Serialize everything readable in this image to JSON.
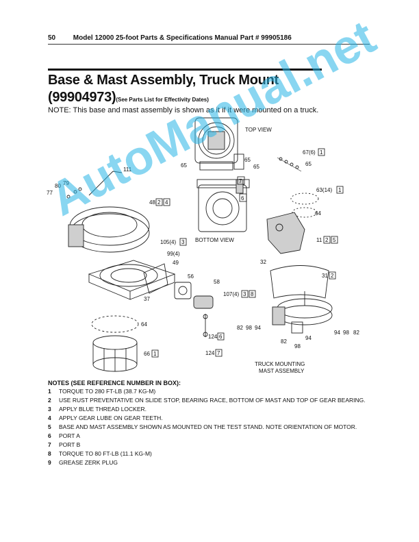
{
  "header": {
    "page_number": "50",
    "manual_title": "Model 12000 25-foot Parts & Specifications Manual Part # 99905186"
  },
  "title": "Base & Mast Assembly, Truck Mount",
  "part_number": "(99904973)",
  "part_number_note": "(See Parts List for Effectivity Dates)",
  "note": "NOTE: This base and mast assembly is shown as it if it were mounted on a truck.",
  "diagram": {
    "view_labels": {
      "top_view": "TOP VIEW",
      "bottom_view": "BOTTOM VIEW",
      "truck_mounting": "TRUCK MOUNTING",
      "mast_assembly": "MAST ASSEMBLY"
    },
    "callouts": {
      "c111": "111",
      "c80": "80",
      "c79": "79",
      "c77": "77",
      "c48": "48",
      "c65a": "65",
      "c65b": "65",
      "c65c": "65",
      "c65d": "65",
      "c67": "67(6)",
      "c63": "63(14)",
      "c64a": "64",
      "c64b": "64",
      "c11": "11",
      "c105": "105(4)",
      "c99": "99(4)",
      "c49": "49",
      "c32": "32",
      "c31": "31",
      "c56": "56",
      "c58": "58",
      "c107": "107(4)",
      "c37": "37",
      "c66": "66",
      "c124a": "124",
      "c124b": "124",
      "c82a": "82",
      "c98a": "98",
      "c94a": "94",
      "c94b": "94",
      "c98b": "98",
      "c82b": "82",
      "c94c": "94",
      "c82c": "82",
      "c98c": "98"
    },
    "boxes": {
      "b1a": "1",
      "b1b": "1",
      "b2": "2",
      "b4": "4",
      "b7": "7",
      "b6": "6",
      "b2b": "2",
      "b5": "5",
      "b3": "3",
      "b3b": "3",
      "b8": "8",
      "b2c": "2",
      "b6b": "6",
      "b7b": "7",
      "b1c": "1"
    }
  },
  "notes_heading": "NOTES (SEE REFERENCE NUMBER IN BOX):",
  "notes": [
    {
      "num": "1",
      "text": "TORQUE TO 280 FT-LB (38.7 KG-M)"
    },
    {
      "num": "2",
      "text": "USE RUST PREVENTATIVE ON SLIDE STOP, BEARING RACE, BOTTOM OF MAST AND TOP OF GEAR BEARING."
    },
    {
      "num": "3",
      "text": "APPLY BLUE THREAD LOCKER."
    },
    {
      "num": "4",
      "text": "APPLY GEAR LUBE ON GEAR TEETH."
    },
    {
      "num": "5",
      "text": "BASE AND MAST ASSEMBLY SHOWN AS MOUNTED ON THE TEST STAND.  NOTE ORIENTATION OF MOTOR."
    },
    {
      "num": "6",
      "text": "PORT A"
    },
    {
      "num": "7",
      "text": "PORT B"
    },
    {
      "num": "8",
      "text": "TORQUE TO 80 FT-LB (11.1 KG-M)"
    },
    {
      "num": "9",
      "text": "GREASE ZERK PLUG"
    }
  ],
  "watermark": "AutoManual.net"
}
